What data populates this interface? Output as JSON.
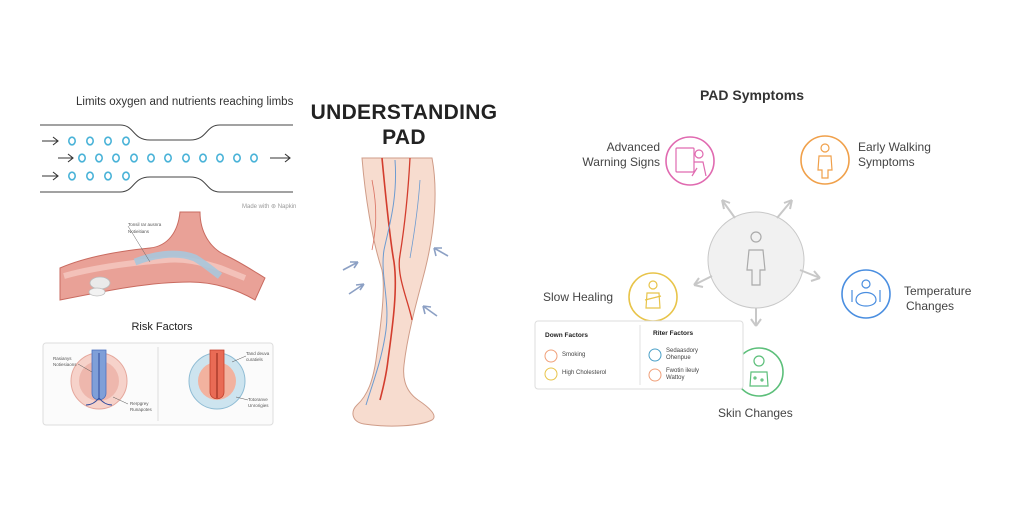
{
  "flow": {
    "caption": "Limits oxygen and nutrients reaching limbs",
    "watermark": "Made with ⊛ Napkin"
  },
  "artery": {
    "callout": [
      "Tonsil rar ausnra",
      "Notieitians"
    ]
  },
  "main_title": {
    "line1": "UNDERSTANDING",
    "line2": "PAD"
  },
  "risk_factors": {
    "title": "Risk Factors",
    "left_labels": [
      "Rasianys",
      "Notiesiaons",
      "Rerpgrey",
      "Runapotes"
    ],
    "right_labels": [
      "Tand deuva",
      "curatiels",
      "Totoranve",
      "Unrorigies"
    ]
  },
  "symptoms": {
    "title": "PAD Symptoms",
    "advanced": [
      "Advanced",
      "Warning Signs"
    ],
    "early": [
      "Early Walking",
      "Symptoms"
    ],
    "slow": "Slow Healing",
    "temperature": [
      "Temperature",
      "Changes"
    ],
    "skin": "Skin Changes"
  },
  "factors_panel": {
    "down_title": "Down Factors",
    "down_items": [
      "Smoking",
      "High Cholesterol"
    ],
    "riter_title": "Riter Factors",
    "riter_items": [
      [
        "Sedaasdory",
        "Ohenpue"
      ],
      [
        "Fwotin ileuly",
        "Wattoy"
      ]
    ]
  },
  "colors": {
    "advanced": "#e06ab0",
    "early": "#f0a04a",
    "slow": "#e8c44a",
    "temperature": "#4a8ee0",
    "skin": "#5cbf7a",
    "artery": "#d9847a"
  },
  "icons": [
    "arrow-right-icon",
    "person-walking-icon",
    "person-icon",
    "bandage-person-icon",
    "thermometer-person-icon",
    "skin-person-icon",
    "smoking-icon",
    "cholesterol-icon",
    "sedentary-icon",
    "weight-icon"
  ]
}
